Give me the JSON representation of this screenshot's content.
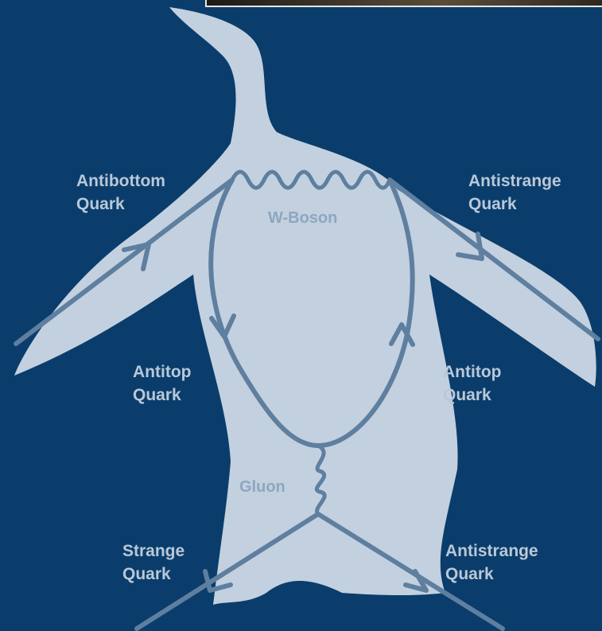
{
  "labels": {
    "top_left": "Antibottom\nQuark",
    "top_right": "Antistrange\nQuark",
    "w_boson": "W-Boson",
    "mid_left": "Antitop\nQuark",
    "mid_right": "Antitop\nQuark",
    "gluon": "Gluon",
    "bottom_left": "Strange\nQuark",
    "bottom_right": "Antistrange\nQuark"
  },
  "colors": {
    "background": "#0a3d6b",
    "penguin": "#c3d0df",
    "lines": "#5e7f9f",
    "outer_label": "#b9c8d8",
    "inner_label": "#8ea6bf"
  }
}
